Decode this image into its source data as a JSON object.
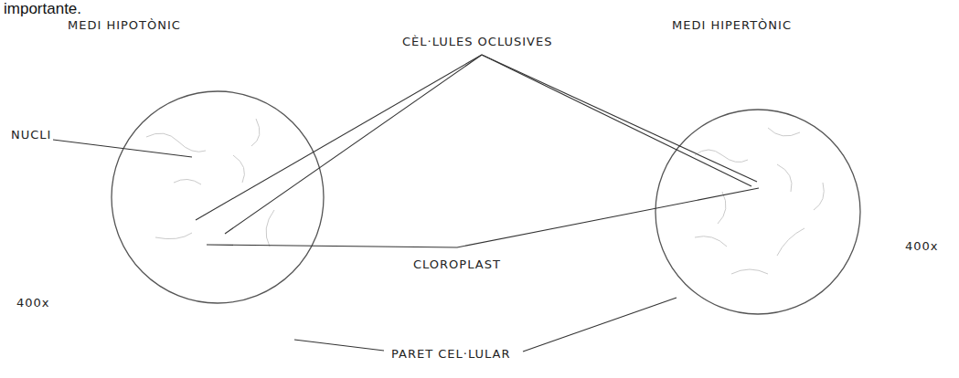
{
  "diagram": {
    "labels": [
      "importante.",
      "MEDI HIPOTÒNIC",
      "CÈL·LULES OCLUSIVES",
      "MEDI HIPERTÒNIC",
      "NUCLI",
      "CLOROPLAST",
      "400x",
      "400x",
      "PARET CEL·LULAR"
    ]
  }
}
